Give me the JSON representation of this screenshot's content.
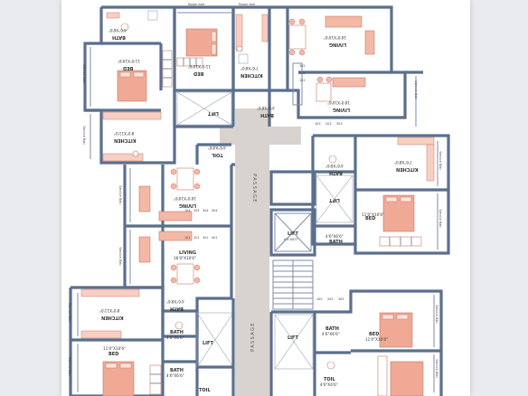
{
  "colors": {
    "wall": "#5b6f8d",
    "furniture": "#f0a995",
    "passage": "#d9d3cf",
    "paper": "#ffffff",
    "backdrop": "#e9ebee"
  },
  "labels": {
    "bed": "BED",
    "bath": "BATH",
    "toilet": "TOIL",
    "living": "LIVING",
    "kitchen": "KITCHEN",
    "lift": "LIFT",
    "passage": "PASSAGE",
    "dry_balcony": "Service Balc",
    "flower_bed": "flower bed"
  },
  "dims": {
    "bed_a": "11'0\"X10'6\"",
    "bed_b": "11'0\"X10'6\"",
    "living": "16'0\"X10'6\"",
    "kitchen": "8'0\"X11'0\"",
    "kitchen_b": "7'6\"X8'0\"",
    "bath": "4'6\"X6'6\"",
    "toilet": "4'6\"X4'6\"",
    "lift": "6'0\"X6'0\""
  },
  "flats": {
    "row_a": [
      "102",
      "202",
      "302"
    ],
    "row_b": [
      "103",
      "203",
      "303"
    ],
    "stack_left_a": [
      "104",
      "204",
      "304",
      "404"
    ],
    "stack_left_b": [
      "101",
      "201",
      "301",
      "401"
    ],
    "stack_right": [
      "105",
      "205",
      "305"
    ]
  }
}
